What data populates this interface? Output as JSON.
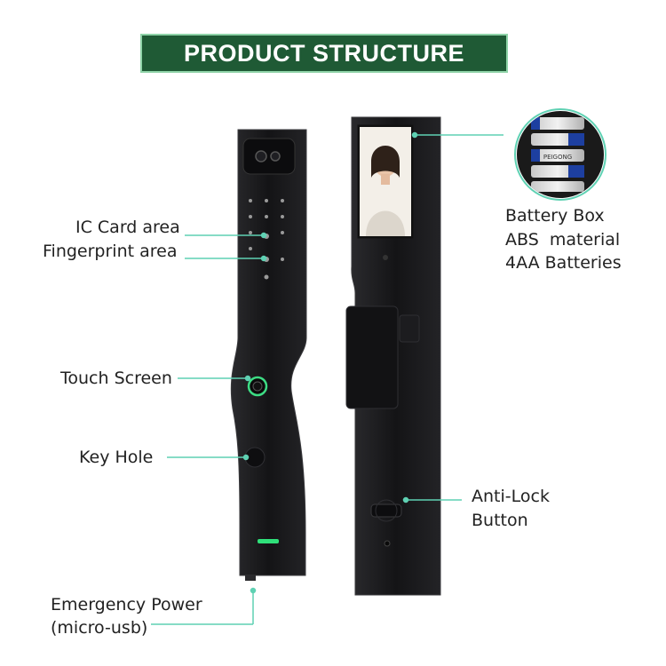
{
  "header": {
    "title": "PRODUCT STRUCTURE"
  },
  "labels": {
    "ic_card_area": "IC Card area",
    "fingerprint_area": "Fingerprint area",
    "touch_screen": "Touch Screen",
    "key_hole": "Key Hole",
    "emergency_power_1": "Emergency Power",
    "emergency_power_2": "(micro-usb)",
    "battery_box_1": "Battery Box",
    "battery_box_2": "ABS  material",
    "battery_box_3": "4AA Batteries",
    "anti_lock_1": "Anti-Lock",
    "anti_lock_2": "Button"
  },
  "battery_text": {
    "brand": "PEIGONG"
  },
  "colors": {
    "banner_bg": "#1f5a35",
    "leader_line": "#5fd1b3",
    "lock_body": "#1b1b1d",
    "indicator": "#2fe07a"
  }
}
